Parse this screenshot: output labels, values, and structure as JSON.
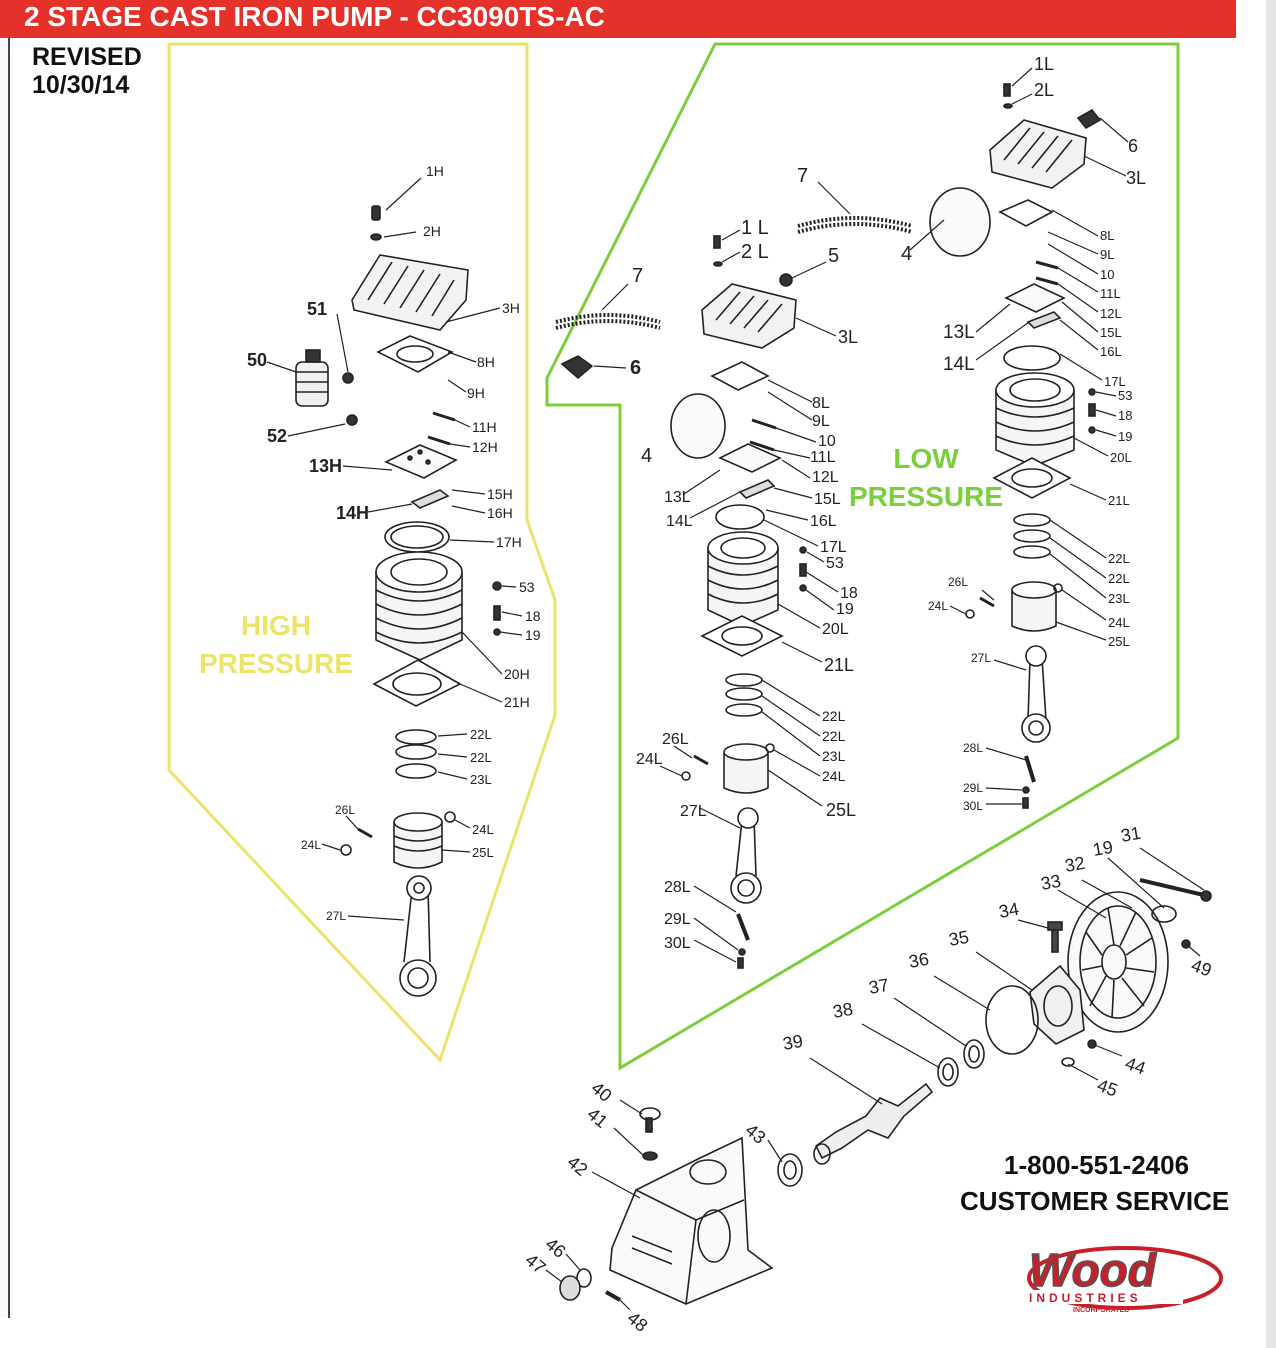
{
  "header": {
    "title": "2 STAGE CAST IRON PUMP - CC3090TS-AC"
  },
  "revision": {
    "line1": "REVISED",
    "line2": "10/30/14"
  },
  "zones": {
    "high": {
      "line1": "HIGH",
      "line2": "PRESSURE"
    },
    "low": {
      "line1": "LOW",
      "line2": "PRESSURE"
    }
  },
  "contact": {
    "phone": "1-800-551-2406",
    "label": "CUSTOMER SERVICE"
  },
  "logo": {
    "text": "Wood",
    "subtext": "INDUSTRIES",
    "subtext2": "INCORPORATED"
  },
  "colors": {
    "header": "#e4322b",
    "high_zone": "#ece36a",
    "low_zone": "#7ccf3c",
    "logo": "#c8202a"
  },
  "callouts": {
    "high": [
      "1H",
      "2H",
      "3H",
      "51",
      "50",
      "8H",
      "9H",
      "52",
      "11H",
      "12H",
      "13H",
      "15H",
      "14H",
      "16H",
      "17H",
      "53",
      "18",
      "19",
      "20H",
      "21H",
      "22L",
      "22L",
      "23L",
      "26L",
      "24L",
      "24L",
      "25L",
      "27L"
    ],
    "lowA": [
      "7",
      "6",
      "1 L",
      "2 L",
      "5",
      "3L",
      "8L",
      "9L",
      "4",
      "10",
      "11L",
      "12L",
      "13L",
      "15L",
      "14L",
      "16L",
      "17L",
      "53",
      "18",
      "19",
      "20L",
      "21L",
      "22L",
      "22L",
      "23L",
      "24L",
      "26L",
      "24L",
      "25L",
      "27L",
      "28L",
      "29L",
      "30L"
    ],
    "lowB": [
      "1L",
      "2L",
      "6",
      "3L",
      "7",
      "4",
      "8L",
      "9L",
      "10",
      "11L",
      "12L",
      "13L",
      "15L",
      "14L",
      "16L",
      "17L",
      "53",
      "18",
      "19",
      "20L",
      "21L",
      "22L",
      "22L",
      "23L",
      "26L",
      "24L",
      "24L",
      "25L",
      "27L",
      "28L",
      "29L",
      "30L"
    ],
    "base": [
      "31",
      "19",
      "32",
      "33",
      "34",
      "49",
      "35",
      "36",
      "37",
      "44",
      "38",
      "45",
      "39",
      "40",
      "41",
      "43",
      "42",
      "46",
      "47",
      "48"
    ]
  }
}
